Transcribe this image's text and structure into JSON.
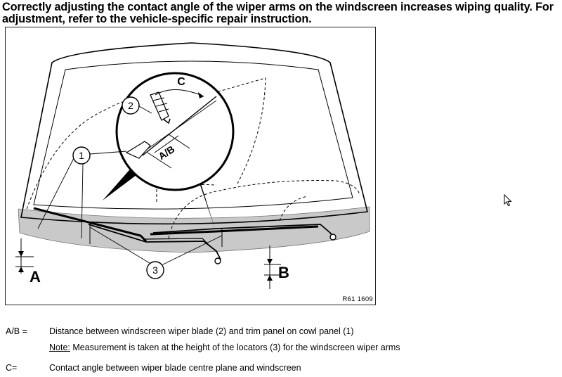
{
  "header": {
    "text": "Correctly adjusting the contact angle of the wiper arms on the windscreen increases wiping quality. For adjustment, refer to the vehicle-specific repair instruction."
  },
  "figure": {
    "code": "R61 1609",
    "labels": {
      "callout_1": "1",
      "callout_2": "2",
      "callout_3": "3",
      "label_a": "A",
      "label_b": "B",
      "label_c": "C",
      "label_ab": "A/B"
    },
    "colors": {
      "cowl_panel": "#c9c9c9",
      "line": "#000000"
    }
  },
  "legend": {
    "items": [
      {
        "key": "A/B =",
        "text": "Distance between windscreen wiper blade (2) and trim panel on cowl panel (1)"
      },
      {
        "key": "C=",
        "text": "Contact angle between wiper blade centre plane and windscreen"
      }
    ],
    "note": {
      "label": "Note:",
      "text": " Measurement is taken at the height of the locators (3) for the windscreen wiper arms"
    }
  },
  "cursor": {
    "icon": "mouse-pointer-icon"
  }
}
